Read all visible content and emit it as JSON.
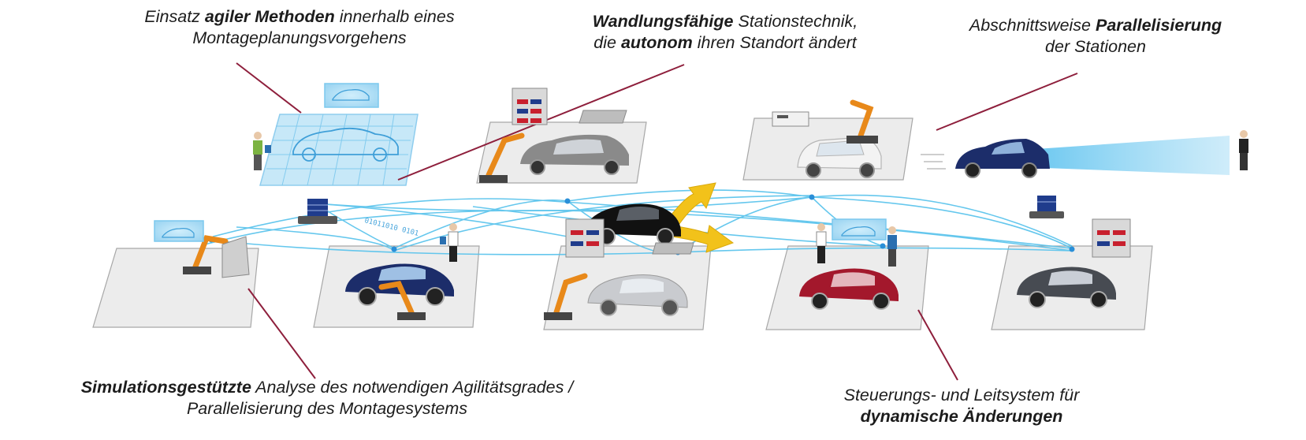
{
  "captions": {
    "agile": {
      "line1": {
        "pre": "Einsatz ",
        "bold": "agiler Methoden",
        "post": " innerhalb eines"
      },
      "line2": {
        "pre": "Montageplanungsvorgehens",
        "bold": "",
        "post": ""
      }
    },
    "wandlung": {
      "line1": {
        "pre": "",
        "bold": "Wandlungsfähige",
        "post": " Stationstechnik,"
      },
      "line2": {
        "pre": "die ",
        "bold": "autonom",
        "post": " ihren Standort ändert"
      }
    },
    "parallel": {
      "line1": {
        "pre": "Abschnittsweise ",
        "bold": "Parallelisierung",
        "post": ""
      },
      "line2": {
        "pre": "der Stationen",
        "bold": "",
        "post": ""
      }
    },
    "simulation": {
      "line1": {
        "pre": "",
        "bold": "Simulationsgestützte",
        "post": " Analyse des notwendigen Agilitätsgrades /"
      },
      "line2": {
        "pre": "Parallelisierung des Montagesystems",
        "bold": "",
        "post": ""
      }
    },
    "steuerung": {
      "line1": {
        "pre": "Steuerungs- und Leitsystem für",
        "bold": "",
        "post": ""
      },
      "line2": {
        "pre": "",
        "bold": "dynamische Änderungen",
        "post": ""
      }
    }
  },
  "binary_text": "01011010 0101",
  "colors": {
    "leader_line": "#8e1f3c",
    "network_line": "#55c2ec",
    "network_node": "#2a8fd8",
    "platform_fill": "#ececec",
    "platform_stroke": "#a7a7a7",
    "robot_orange": "#e8891a",
    "arrow_yellow": "#f2c21a",
    "car_navy": "#1c2d6a",
    "car_black": "#111111",
    "car_red": "#a3182c",
    "car_dark_grey": "#474b52",
    "car_light_grey": "#c9cbcf",
    "car_white": "#f3f3f3",
    "holo_blue": "#a9dcf5",
    "shelf_box_red": "#c8202e",
    "shelf_box_blue": "#1f3c8c"
  }
}
